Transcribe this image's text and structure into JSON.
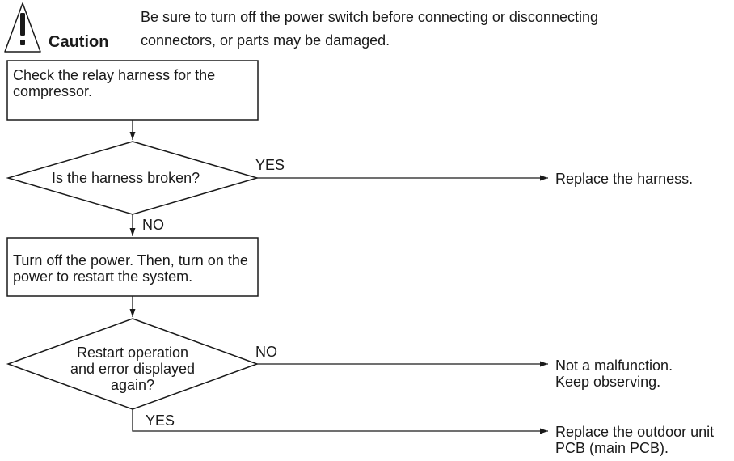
{
  "caution": {
    "label": "Caution",
    "line1": "Be sure to turn off the power switch before connecting or disconnecting",
    "line2": "connectors, or parts may be damaged."
  },
  "steps": {
    "check_harness": "Check the relay harness for the compressor.",
    "decision_harness": "Is the harness broken?",
    "restart_power": "Turn off the power. Then, turn on the power to restart the system.",
    "decision_restart_line1": "Restart operation",
    "decision_restart_line2": "and error displayed",
    "decision_restart_line3": "again?"
  },
  "branches": {
    "yes_1": "YES",
    "no_1": "NO",
    "no_2": "NO",
    "yes_2": "YES"
  },
  "outcomes": {
    "replace_harness": "Replace the harness.",
    "not_malfunction_line1": "Not a malfunction.",
    "not_malfunction_line2": "Keep observing.",
    "replace_pcb_line1": "Replace the outdoor unit",
    "replace_pcb_line2": "PCB (main PCB)."
  },
  "colors": {
    "line": "#1a1a1a",
    "background": "#ffffff"
  }
}
